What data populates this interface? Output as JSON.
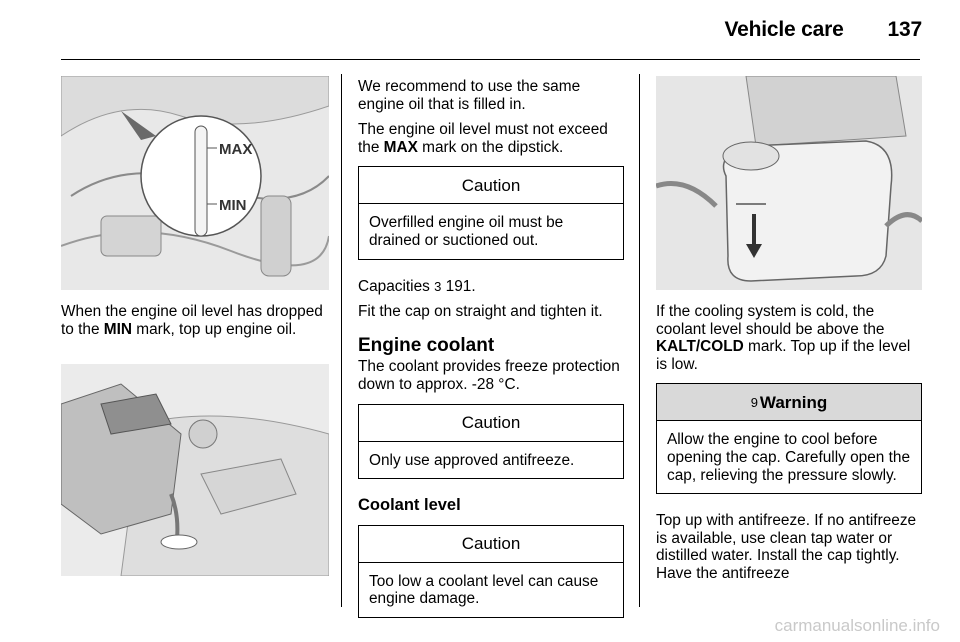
{
  "header": {
    "title": "Vehicle care",
    "page_number": "137"
  },
  "col1": {
    "fig1_labels": {
      "max": "MAX",
      "min": "MIN"
    },
    "p1": {
      "t1": "When the engine oil level has dropped to the ",
      "b1": "MIN",
      "t2": " mark, top up engine oil."
    }
  },
  "col2": {
    "p1": "We recommend to use the same engine oil that is filled in.",
    "p2": {
      "t1": "The engine oil level must not exceed the ",
      "b1": "MAX",
      "t2": " mark on the dipstick."
    },
    "caution1": {
      "title": "Caution",
      "body": "Overfilled engine oil must be drained or suctioned out."
    },
    "p3": {
      "t1": "Capacities ",
      "ref": "3",
      "t2": " 191."
    },
    "p4": "Fit the cap on straight and tighten it.",
    "heading_coolant": "Engine coolant",
    "p5": "The coolant provides freeze protection down to approx. -28 °C.",
    "caution2": {
      "title": "Caution",
      "body": "Only use approved antifreeze."
    },
    "heading_level": "Coolant level",
    "caution3": {
      "title": "Caution",
      "body": "Too low a coolant level can cause engine damage."
    }
  },
  "col3": {
    "p1": {
      "t1": "If the cooling system is cold, the coolant level should be above the ",
      "b1": "KALT/COLD",
      "t2": " mark. Top up if the level is low."
    },
    "warning": {
      "icon": "9",
      "title": "Warning",
      "body": "Allow the engine to cool before opening the cap. Carefully open the cap, relieving the pressure slowly."
    },
    "p2": "Top up with antifreeze. If no antifreeze is available, use clean tap water or distilled water. Install the cap tightly. Have the antifreeze"
  },
  "watermark": "carmanualsonline.info"
}
